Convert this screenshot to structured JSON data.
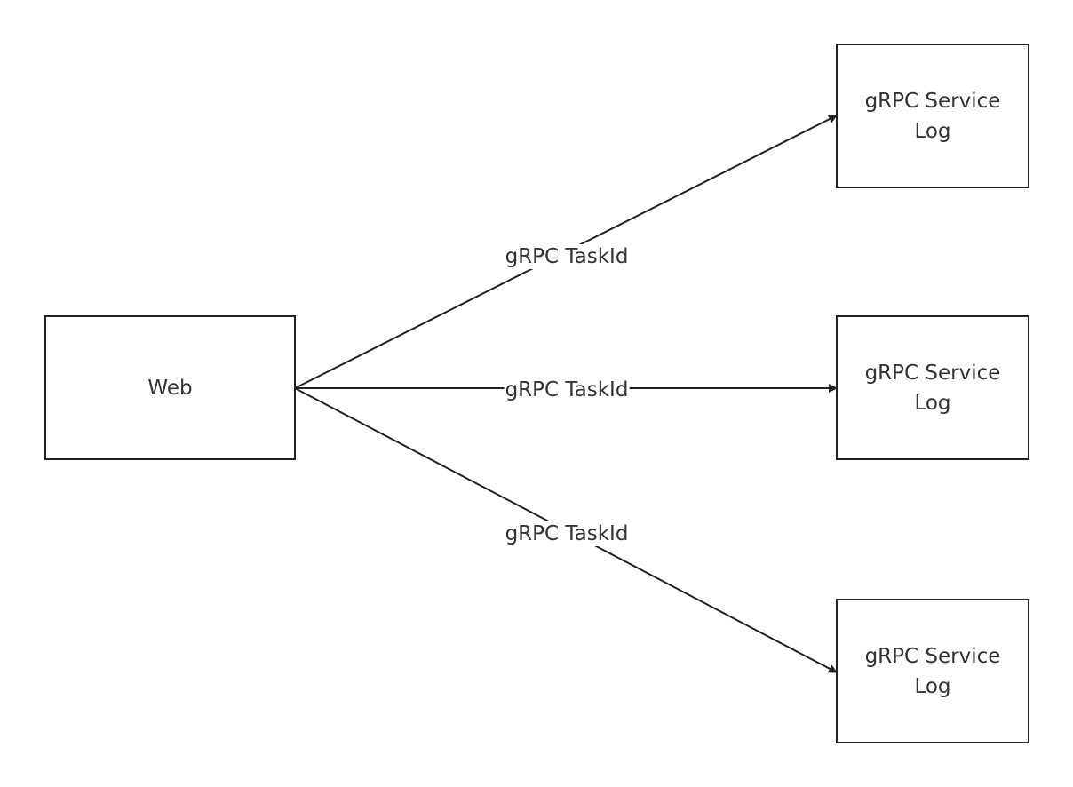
{
  "colors": {
    "stroke": "#222222",
    "text": "#333333",
    "background": "#ffffff"
  },
  "nodes": {
    "web": {
      "label": "Web"
    },
    "service_1": {
      "line1": "gRPC Service",
      "line2": "Log"
    },
    "service_2": {
      "line1": "gRPC Service",
      "line2": "Log"
    },
    "service_3": {
      "line1": "gRPC Service",
      "line2": "Log"
    }
  },
  "edges": [
    {
      "from": "web",
      "to": "service_1",
      "label": "gRPC TaskId"
    },
    {
      "from": "web",
      "to": "service_2",
      "label": "gRPC TaskId"
    },
    {
      "from": "web",
      "to": "service_3",
      "label": "gRPC TaskId"
    }
  ]
}
